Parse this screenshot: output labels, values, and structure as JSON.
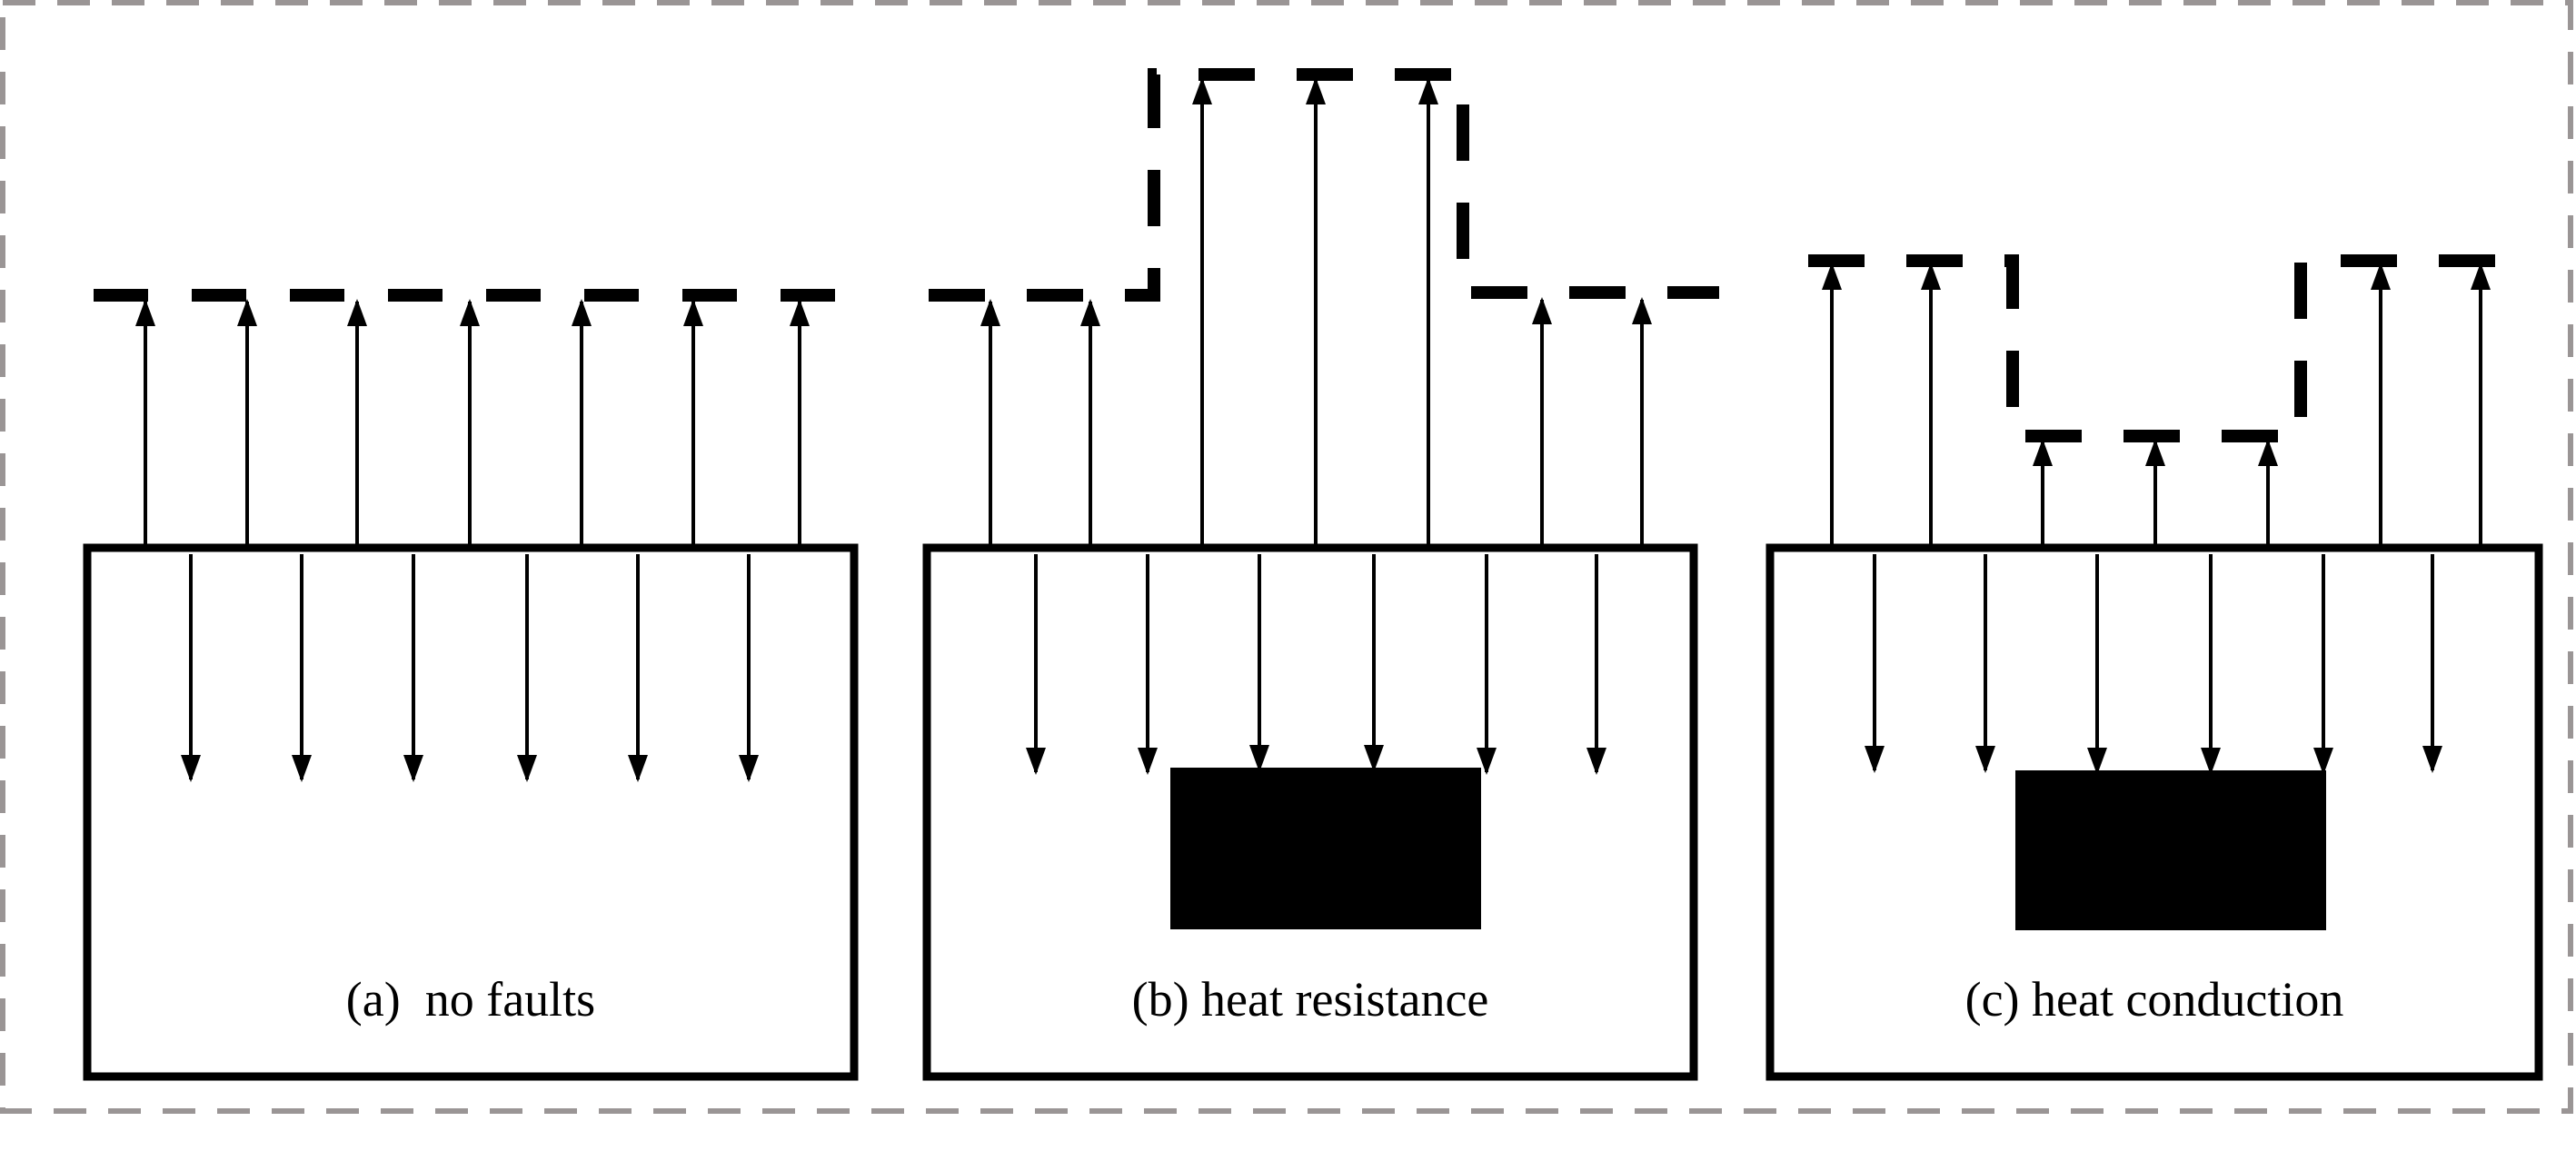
{
  "colors": {
    "outer_frame": "#9a9595",
    "stroke": "#000000",
    "background": "#ffffff"
  },
  "panels": [
    {
      "id": "a",
      "caption": "(a)  no faults",
      "fault": "none"
    },
    {
      "id": "b",
      "caption": "(b) heat resistance",
      "fault": "heat-resistance-block"
    },
    {
      "id": "c",
      "caption": "(c) heat conduction",
      "fault": "heat-conduction-block"
    }
  ]
}
